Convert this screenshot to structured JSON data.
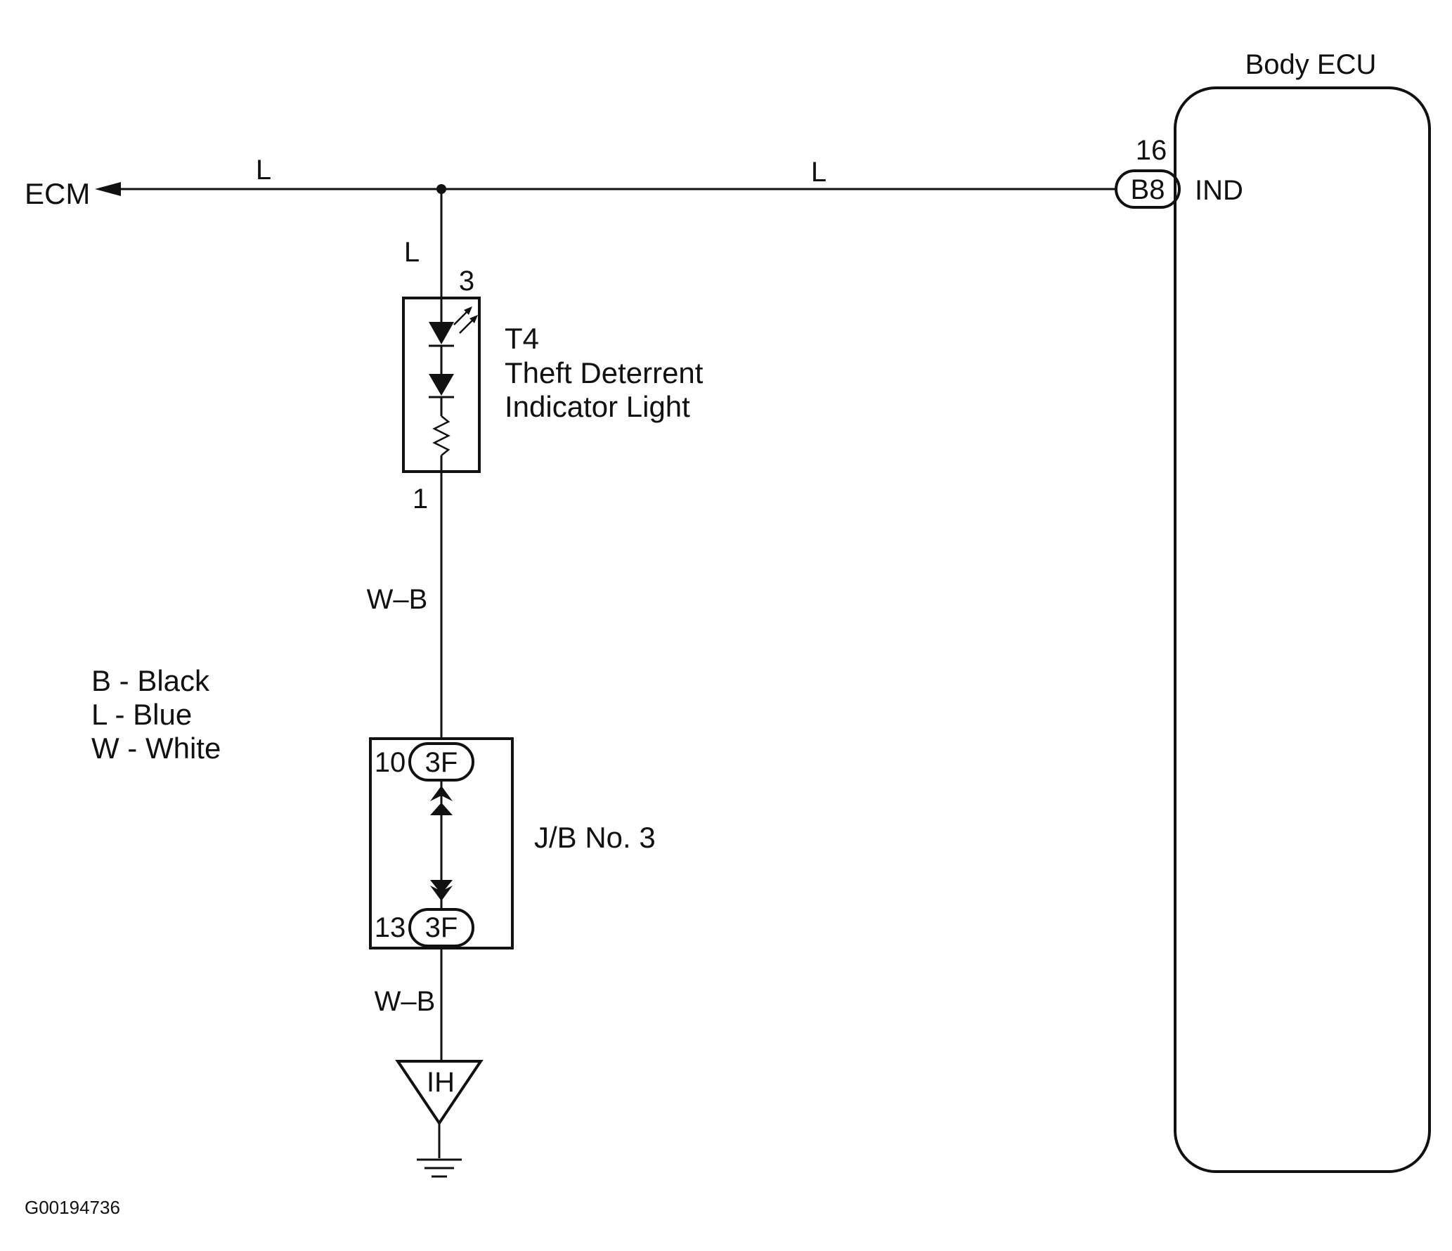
{
  "diagram": {
    "image_id_label": "G00194736",
    "ecu": {
      "title": "Body ECU",
      "pin_number": "16",
      "connector": "B8",
      "terminal_label": "IND"
    },
    "ecm_label": "ECM",
    "wire_labels": {
      "ecm_branch": "L",
      "ecu_branch": "L",
      "to_indicator": "L",
      "indicator_to_jb": "W–B",
      "jb_to_ground": "W–B"
    },
    "indicator": {
      "code": "T4",
      "name_line1": "Theft Deterrent",
      "name_line2": "Indicator Light",
      "pin_top": "3",
      "pin_bottom": "1"
    },
    "junction_block": {
      "name": "J/B No. 3",
      "top_pin": "10",
      "top_connector": "3F",
      "bottom_pin": "13",
      "bottom_connector": "3F"
    },
    "ground": {
      "label": "IH"
    },
    "legend": [
      "B - Black",
      "L - Blue",
      "W - White"
    ]
  }
}
